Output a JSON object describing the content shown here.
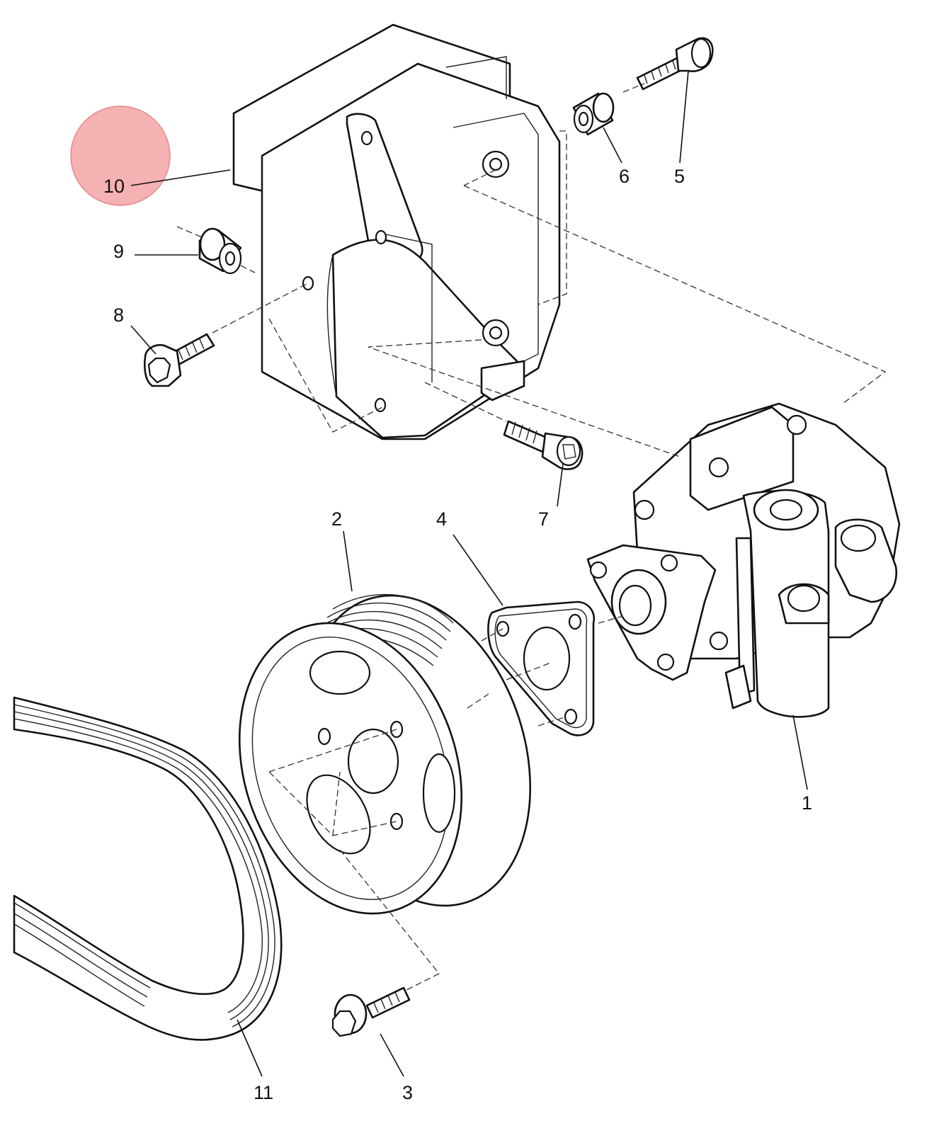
{
  "callouts": [
    {
      "id": "1",
      "label": "1"
    },
    {
      "id": "2",
      "label": "2"
    },
    {
      "id": "3",
      "label": "3"
    },
    {
      "id": "4",
      "label": "4"
    },
    {
      "id": "5",
      "label": "5"
    },
    {
      "id": "6",
      "label": "6"
    },
    {
      "id": "7",
      "label": "7"
    },
    {
      "id": "8",
      "label": "8"
    },
    {
      "id": "9",
      "label": "9"
    },
    {
      "id": "10",
      "label": "10"
    },
    {
      "id": "11",
      "label": "11"
    }
  ],
  "highlight": {
    "target": "10",
    "color": "#f4a3a6"
  },
  "colors": {
    "line": "#111111",
    "background": "#ffffff"
  }
}
